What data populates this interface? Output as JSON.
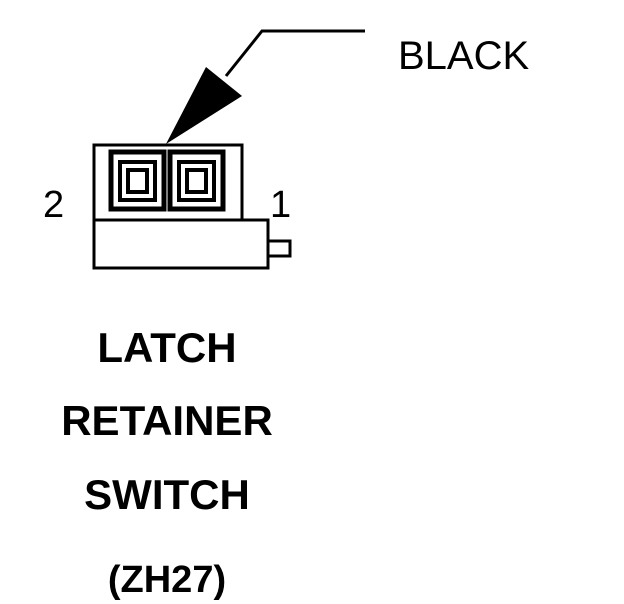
{
  "callout": {
    "wire_color": "BLACK"
  },
  "connector": {
    "pin_left": "2",
    "pin_right": "1"
  },
  "component": {
    "name_lines": [
      "LATCH",
      "RETAINER",
      "SWITCH"
    ],
    "code": "(ZH27)"
  },
  "colors": {
    "ink": "#000000",
    "background": "#ffffff"
  }
}
